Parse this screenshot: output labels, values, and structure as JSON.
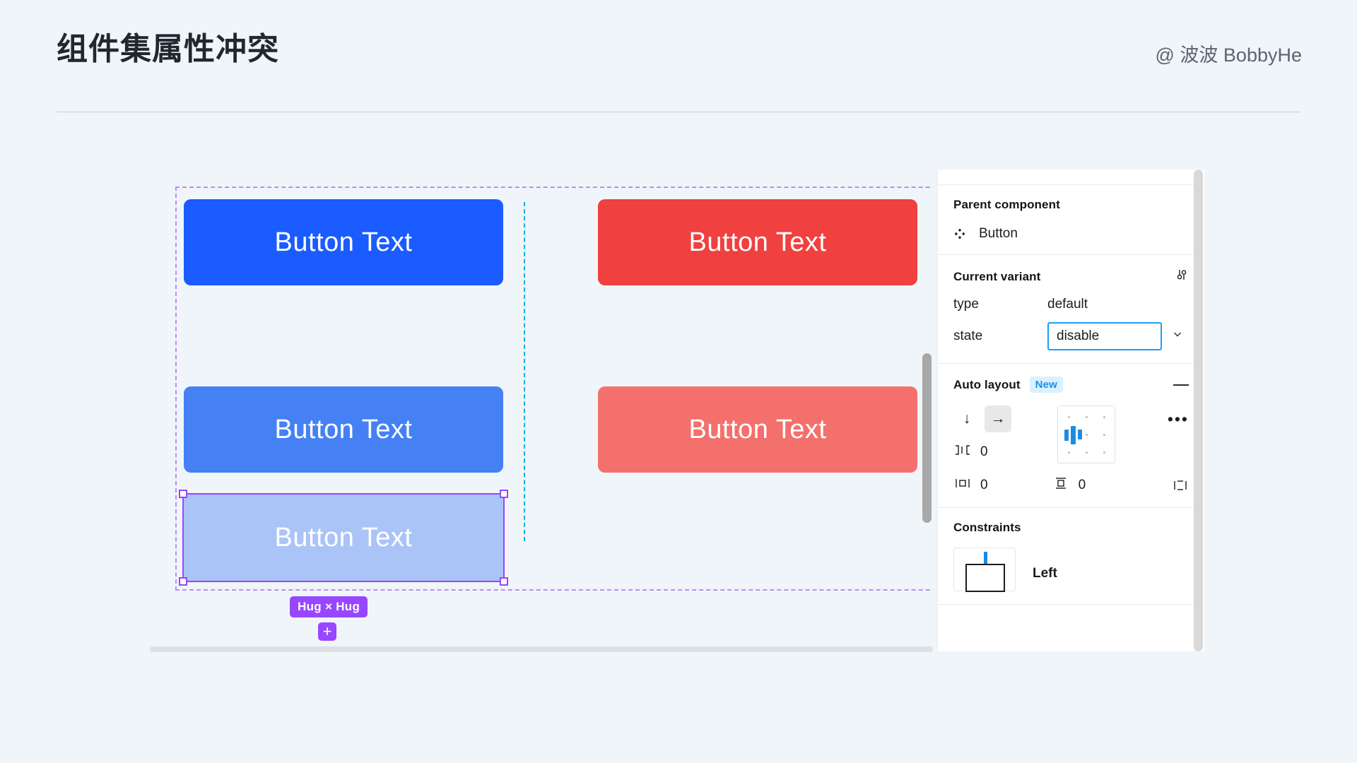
{
  "header": {
    "title": "组件集属性冲突",
    "byline": "@ 波波 BobbyHe"
  },
  "canvas": {
    "buttons": [
      {
        "label": "Button Text",
        "color": "#1a5cff",
        "variant": "default / default"
      },
      {
        "label": "Button Text",
        "color": "#f0403f",
        "variant": "danger / default"
      },
      {
        "label": "Button Text",
        "color": "#4580f5",
        "variant": "default / hover"
      },
      {
        "label": "Button Text",
        "color": "#f4706c",
        "variant": "danger / hover"
      },
      {
        "label": "Button Text",
        "color": "#aac4f7",
        "variant": "default / disable"
      }
    ],
    "selection": {
      "size_badge": "Hug × Hug",
      "add_label": "+",
      "stroke_color": "#9747ff"
    },
    "frame_stroke_color": "#b98ef0",
    "guide_color": "#00b2ee"
  },
  "panel": {
    "parent_component": {
      "title": "Parent component",
      "name": "Button",
      "icon": "component-diamond-icon"
    },
    "current_variant": {
      "title": "Current variant",
      "settings_icon": "sliders-icon",
      "properties": [
        {
          "name": "type",
          "value": "default"
        },
        {
          "name": "state",
          "value": "disable"
        }
      ],
      "state_input_border_color": "#18a0fb"
    },
    "auto_layout": {
      "title": "Auto layout",
      "badge": "New",
      "badge_color": "#1691e8",
      "collapse_icon": "minus-icon",
      "direction": {
        "vertical_icon": "arrow-down-icon",
        "horizontal_icon": "arrow-right-icon",
        "selected": "horizontal"
      },
      "spacing": {
        "icon": "spacing-between-icon",
        "value": "0"
      },
      "padding_horizontal": {
        "icon": "horizontal-padding-icon",
        "value": "0"
      },
      "padding_vertical": {
        "icon": "vertical-padding-icon",
        "value": "0"
      },
      "independent_padding_icon": "independent-padding-icon",
      "more_icon": "more-options-icon",
      "alignment": {
        "icon": "alignment-grid-icon",
        "selected": "middle-left",
        "accent": "#1d8ce0"
      }
    },
    "constraints": {
      "title": "Constraints",
      "widget_icon": "constraints-widget-icon",
      "value": "Left"
    }
  }
}
